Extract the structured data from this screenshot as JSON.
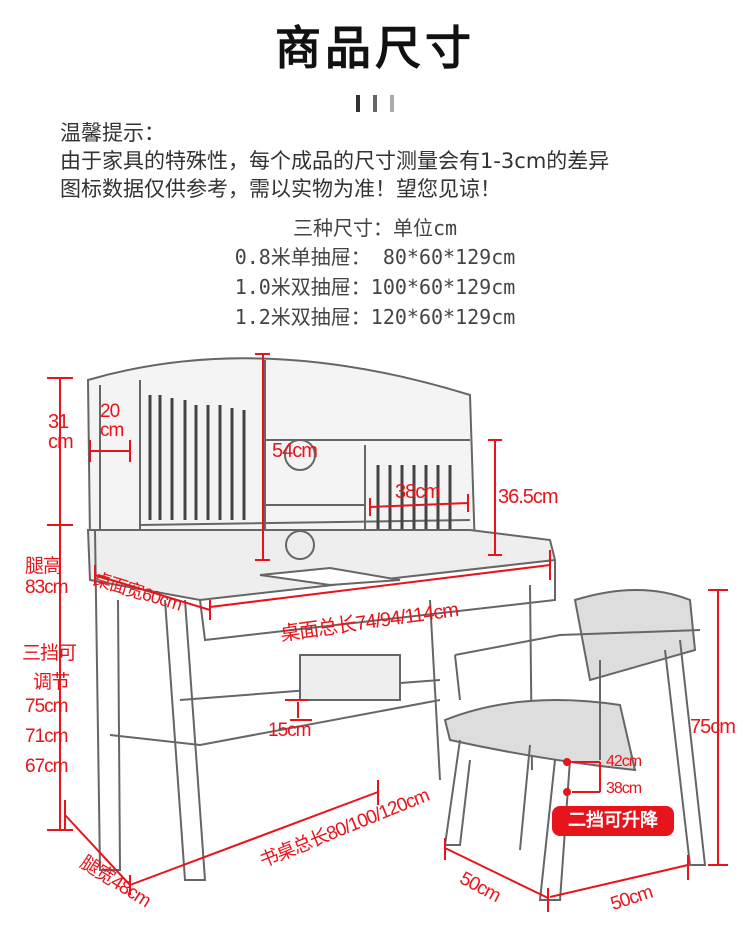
{
  "title": "商品尺寸",
  "notice": {
    "heading": "温馨提示：",
    "line1": "由于家具的特殊性，每个成品的尺寸测量会有1-3cm的差异",
    "line2": "图标数据仅供参考，需以实物为准！望您见谅！"
  },
  "sizes": {
    "heading": "三种尺寸：单位cm",
    "rows": [
      "0.8米单抽屉： 80*60*129cm",
      "1.0米双抽屉：100*60*129cm",
      "1.2米双抽屉：120*60*129cm"
    ]
  },
  "annotations": {
    "hutch_side_h1": "31",
    "hutch_side_h2": "cm",
    "shelf_depth1": "20",
    "shelf_depth2": "cm",
    "hutch_height": "54cm",
    "shelf_width": "38cm",
    "shelf_height": "36.5cm",
    "leg_height_label": "腿高",
    "leg_height": "83cm",
    "top_width": "桌面宽60cm",
    "top_length": "桌面总长74/94/114cm",
    "adjust_label1": "三挡可",
    "adjust_label2": "调节",
    "adjust_h1": "75cm",
    "adjust_h2": "71cm",
    "adjust_h3": "67cm",
    "gap": "15cm",
    "desk_length": "书桌总长80/100/120cm",
    "leg_width": "腿宽48cm",
    "chair_depth": "50cm",
    "chair_width": "50cm",
    "chair_height": "75cm",
    "seat_h1": "42cm",
    "seat_h2": "38cm",
    "seat_badge": "二挡可升降"
  },
  "colors": {
    "accent": "#e8141b",
    "sketch": "#555555"
  }
}
